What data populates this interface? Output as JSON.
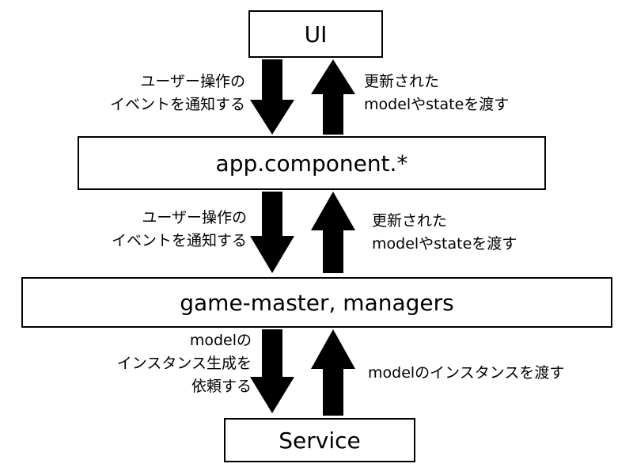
{
  "boxes": {
    "ui": "UI",
    "app_component": "app.component.*",
    "game_master": "game-master, managers",
    "service": "Service"
  },
  "labels": {
    "ui_events_down": [
      "ユーザー操作の",
      "イベントを通知する"
    ],
    "ui_model_up": [
      "更新された",
      "modelやstateを渡す"
    ],
    "app_events_down": [
      "ユーザー操作の",
      "イベントを通知する"
    ],
    "app_model_up": [
      "更新された",
      "modelやstateを渡す"
    ],
    "service_request_down": [
      "modelの",
      "インスタンス生成を",
      "依頼する"
    ],
    "service_return_up": [
      "modelのインスタンスを渡す"
    ]
  }
}
